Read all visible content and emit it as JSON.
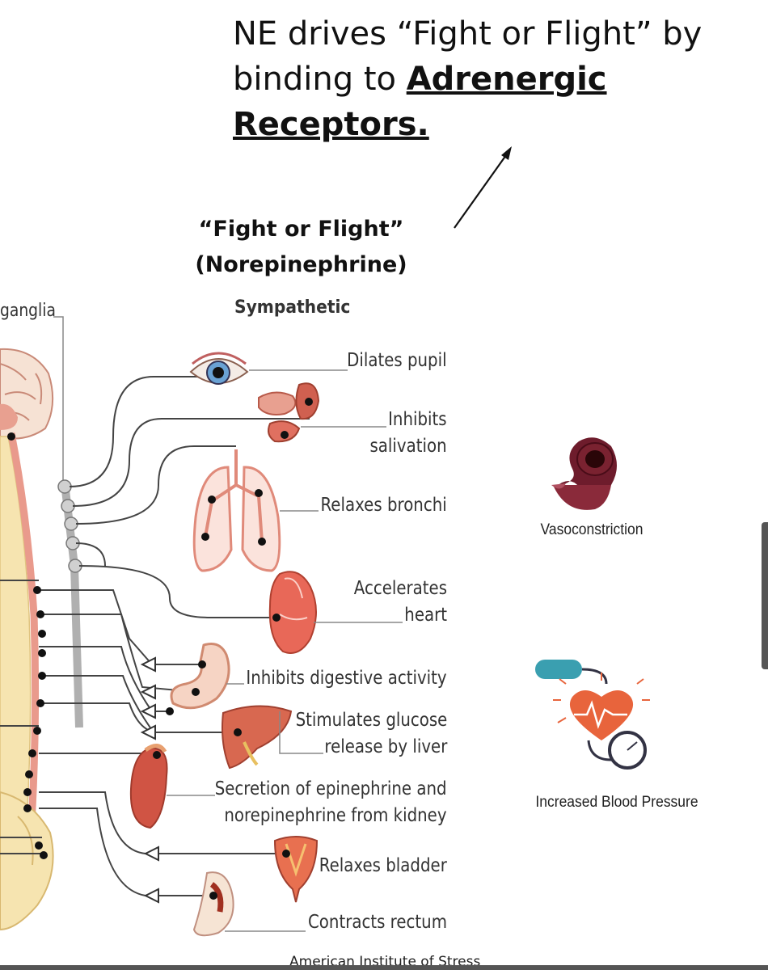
{
  "headline": {
    "line1": "NE drives “Fight or Flight” by",
    "line2_prefix": "binding to ",
    "line2_emph": "Adrenergic Receptors."
  },
  "diagram": {
    "title_line1": "“Fight or Flight”",
    "title_line2": "(Norepinephrine)",
    "division": "Sympathetic",
    "ganglia_label": "ganglia",
    "effects": [
      {
        "l1": "Dilates pupil"
      },
      {
        "l1": "Inhibits",
        "l2": "salivation"
      },
      {
        "l1": "Relaxes bronchi"
      },
      {
        "l1": "Accelerates",
        "l2": "heart"
      },
      {
        "l1": "Inhibits digestive activity"
      },
      {
        "l1": "Stimulates glucose",
        "l2": "release by liver"
      },
      {
        "l1": "Secretion of epinephrine and",
        "l2": "norepinephrine from kidney"
      },
      {
        "l1": "Relaxes bladder"
      },
      {
        "l1": "Contracts rectum"
      }
    ],
    "credit": "American Institute of Stress"
  },
  "side_effects": {
    "vasoconstriction": "Vasoconstriction",
    "blood_pressure": "Increased Blood Pressure"
  },
  "colors": {
    "organ_red": "#c8463c",
    "vessel": "#7a2230",
    "cuff": "#3a9fb0",
    "heart_orange": "#e8643c",
    "spine": "#f2dca0"
  }
}
